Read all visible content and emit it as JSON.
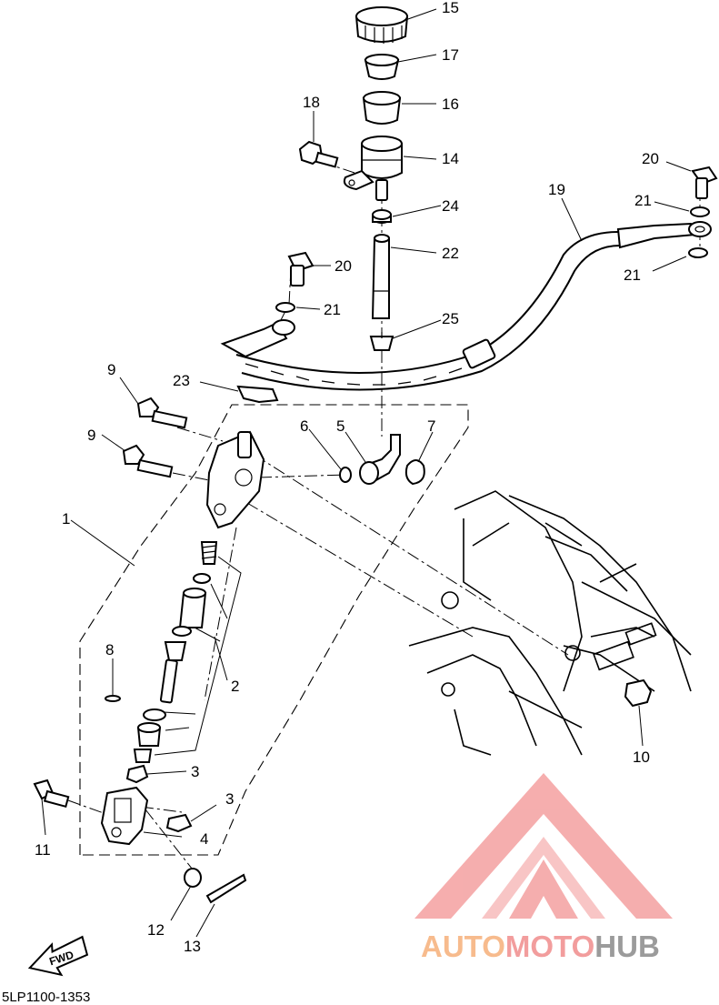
{
  "labels": {
    "p1": "1",
    "p2": "2",
    "p3a": "3",
    "p3b": "3",
    "p4": "4",
    "p5": "5",
    "p6": "6",
    "p7": "7",
    "p8": "8",
    "p9a": "9",
    "p9b": "9",
    "p10": "10",
    "p11": "11",
    "p12": "12",
    "p13": "13",
    "p14": "14",
    "p15": "15",
    "p16": "16",
    "p17": "17",
    "p18": "18",
    "p19": "19",
    "p20a": "20",
    "p20b": "20",
    "p21a": "21",
    "p21b": "21",
    "p21c": "21",
    "p22": "22",
    "p23": "23",
    "p24": "24",
    "p25": "25"
  },
  "fwd_label": "FWD",
  "diagram_code": "5LP1100-1353",
  "watermark": {
    "text_a": "AUTO",
    "text_b": "MOTO",
    "text_c": "HUB",
    "color_a": "#f6b07a",
    "color_b": "#f08c8c",
    "color_c": "#8a8a8a",
    "logo_color": "#f4a0a0"
  }
}
